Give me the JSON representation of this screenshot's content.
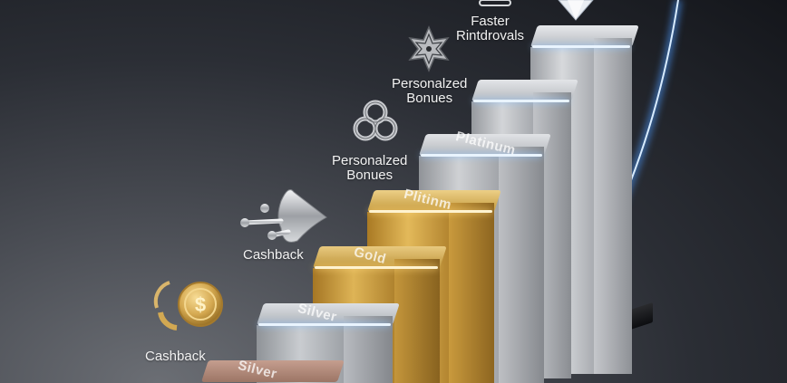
{
  "scene": {
    "description": "3D rendered tier staircase with glowing growth curve",
    "background_colors": [
      "#14161b",
      "#2b2e35",
      "#6b6e74"
    ],
    "accent_glow": "#8fc4ff"
  },
  "benefits": [
    {
      "label": "Cashback",
      "icon": "gold-coin-icon"
    },
    {
      "label": "Cashback",
      "icon": "silver-arrow-icon"
    },
    {
      "label": "Personalzed Bonues",
      "line1": "Personalzed",
      "line2": "Bonues",
      "icon": "silver-knot-icon"
    },
    {
      "label": "Personalzed Bonues",
      "line1": "Personalzed",
      "line2": "Bonues",
      "icon": "silver-star-icon"
    },
    {
      "label": "Faster Rintdrovals",
      "line1": "Faster",
      "line2": "Rintdrovals",
      "icon": "silver-bar-icon"
    }
  ],
  "tiers": [
    {
      "name": "Silver",
      "material": "bronze",
      "color": "#a47d6e"
    },
    {
      "name": "Silver",
      "material": "silver",
      "color": "#b9bcc2"
    },
    {
      "name": "Gold",
      "material": "gold",
      "color": "#c9a24a"
    },
    {
      "name": "Plitinm",
      "material": "gold",
      "color": "#d1a543"
    },
    {
      "name": "Platinum",
      "material": "silver",
      "color": "#c4c6ca"
    },
    {
      "name": "",
      "material": "silver",
      "color": "#c8cacd"
    },
    {
      "name": "",
      "material": "silver",
      "color": "#cfd1d4",
      "topper": "diamond-icon"
    }
  ]
}
